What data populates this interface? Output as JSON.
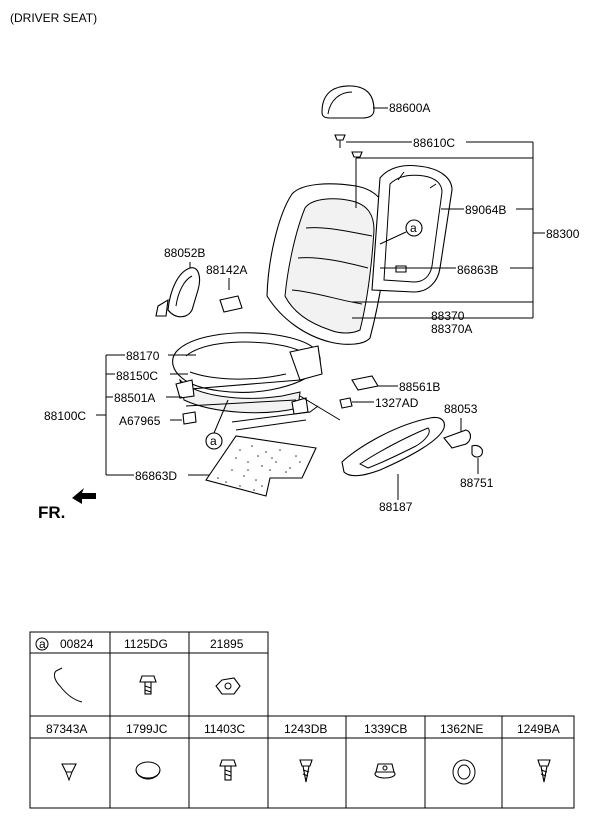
{
  "title": "(DRIVER SEAT)",
  "fr_label": "FR.",
  "callout_letter": "a",
  "labels": {
    "p88600A": "88600A",
    "p88610C": "88610C",
    "p89064B": "89064B",
    "p88300": "88300",
    "p88052B": "88052B",
    "p88142A": "88142A",
    "p86863B": "86863B",
    "p88370": "88370",
    "p88370A": "88370A",
    "p88170": "88170",
    "p88150C": "88150C",
    "p88501A": "88501A",
    "p88100C": "88100C",
    "pA67965": "A67965",
    "p86863D": "86863D",
    "p88561B": "88561B",
    "p1327AD": "1327AD",
    "p88053": "88053",
    "p88751": "88751",
    "p88187": "88187"
  },
  "parts_table": {
    "row1": [
      "00824",
      "1125DG",
      "21895"
    ],
    "row2": [
      "87343A",
      "1799JC",
      "11403C",
      "1243DB",
      "1339CB",
      "1362NE",
      "1249BA"
    ]
  }
}
